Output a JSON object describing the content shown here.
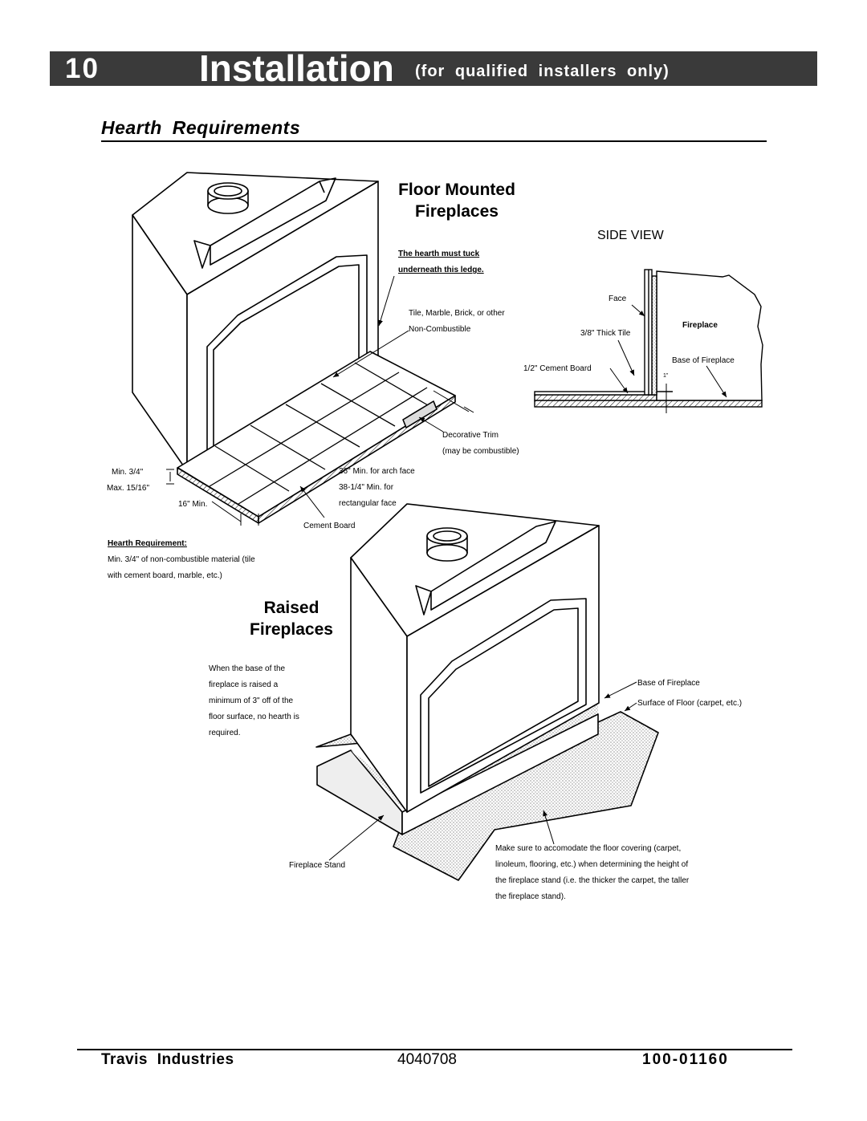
{
  "header": {
    "section_number": "10",
    "title": "Installation",
    "subtitle": "(for qualified installers only)"
  },
  "section_title": "Hearth Requirements",
  "floor_mounted": {
    "heading_line1": "Floor Mounted",
    "heading_line2": "Fireplaces",
    "tuck_note_line1": "The hearth must tuck",
    "tuck_note_line2": "underneath this ledge.",
    "tile_label_line1": "Tile, Marble, Brick, or other",
    "tile_label_line2": "Non-Combustible",
    "decorative_trim_line1": "Decorative Trim",
    "decorative_trim_line2": "(may be combustible)",
    "min_thickness": "Min. 3/4\"",
    "max_thickness": "Max. 15/16\"",
    "depth_min": "16\" Min.",
    "width_line1": "36\" Min. for arch face",
    "width_line2": "38-1/4\" Min. for",
    "width_line3": "rectangular face",
    "cement_board": "Cement Board",
    "requirement_title": "Hearth Requirement:",
    "requirement_line1": "Min. 3/4\" of non-combustible material (tile",
    "requirement_line2": "with cement board, marble, etc.)"
  },
  "side_view": {
    "title": "SIDE VIEW",
    "face": "Face",
    "fireplace": "Fireplace",
    "thick_tile": "3/8\" Thick Tile",
    "base_of_fireplace": "Base of Fireplace",
    "cement_board": "1/2\" Cement Board",
    "one_inch": "1\""
  },
  "raised": {
    "heading_line1": "Raised",
    "heading_line2": "Fireplaces",
    "note_line1": "When the base of the",
    "note_line2": "fireplace is raised a",
    "note_line3": "minimum of 3\" off of the",
    "note_line4": "floor surface, no hearth is",
    "note_line5": "required.",
    "base_of_fireplace": "Base of Fireplace",
    "surface_of_floor": "Surface of Floor (carpet, etc.)",
    "fireplace_stand": "Fireplace Stand",
    "covering_line1": "Make sure to accomodate the floor covering (carpet,",
    "covering_line2": "linoleum, flooring, etc.) when determining the height of",
    "covering_line3": "the fireplace stand (i.e. the thicker the carpet, the taller",
    "covering_line4": "the fireplace stand)."
  },
  "footer": {
    "company": "Travis Industries",
    "document_number": "4040708",
    "part_number": "100-01160"
  }
}
